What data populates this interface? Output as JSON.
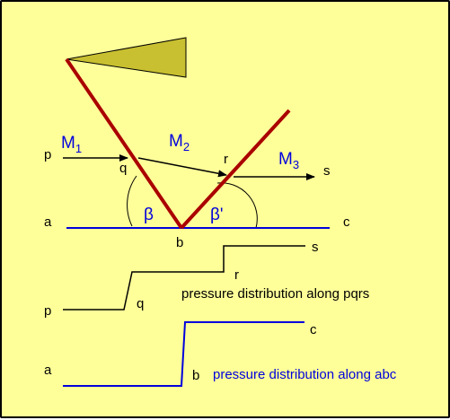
{
  "colors": {
    "background": "#ffff99",
    "wall": "#aa0000",
    "flag": "#c8c030",
    "blue": "#0000dd",
    "black": "#000000"
  },
  "labels": {
    "p": "p",
    "q": "q",
    "r": "r",
    "s": "s",
    "a": "a",
    "b": "b",
    "c": "c",
    "m1": "M",
    "m1_sub": "1",
    "m2": "M",
    "m2_sub": "2",
    "m3": "M",
    "m3_sub": "3",
    "beta": "β",
    "beta_prime": "β'"
  },
  "pqrs_plot": {
    "p": "p",
    "q": "q",
    "r": "r",
    "s": "s",
    "caption": "pressure distribution along pqrs"
  },
  "abc_plot": {
    "a": "a",
    "b": "b",
    "c": "c",
    "caption": "pressure distribution along abc"
  }
}
